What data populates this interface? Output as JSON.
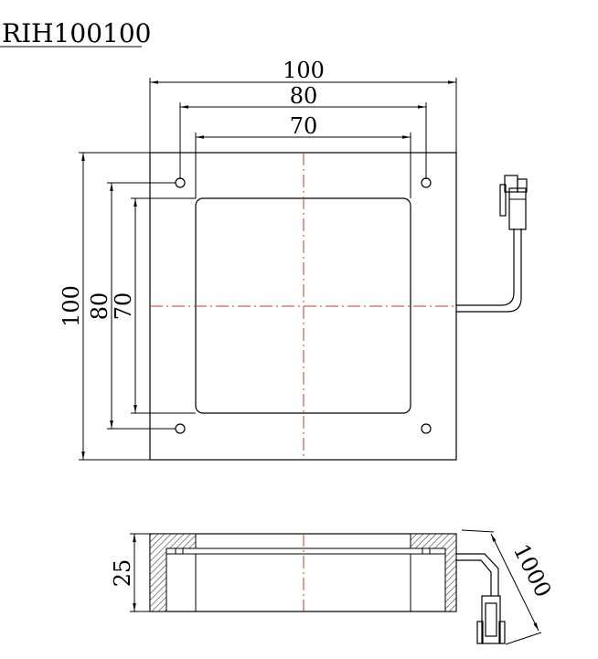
{
  "title": "RIH100100",
  "top_view": {
    "outer_width": "100",
    "hole_spacing_h": "80",
    "window_width": "70",
    "outer_height": "100",
    "hole_spacing_v": "80",
    "window_height": "70"
  },
  "side_view": {
    "height": "25",
    "cable_length": "1000"
  },
  "colors": {
    "line": "#000000",
    "centerline": "#c0392b"
  }
}
